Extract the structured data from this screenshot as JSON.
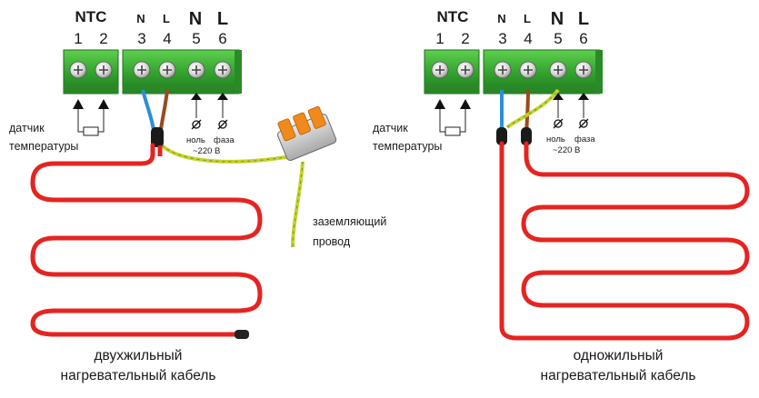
{
  "left": {
    "ntc_label": "NTC",
    "col_letters": [
      "N",
      "L",
      "N",
      "L"
    ],
    "col_numbers": [
      "1",
      "2",
      "3",
      "4",
      "5",
      "6"
    ],
    "sensor_label_line1": "датчик",
    "sensor_label_line2": "температуры",
    "neutral_label": "ноль",
    "phase_label": "фаза",
    "voltage_label": "~220 В",
    "ground_label_line1": "заземляющий",
    "ground_label_line2": "провод",
    "caption_line1": "двухжильный",
    "caption_line2": "нагревательный кабель"
  },
  "right": {
    "ntc_label": "NTC",
    "col_letters": [
      "N",
      "L",
      "N",
      "L"
    ],
    "col_numbers": [
      "1",
      "2",
      "3",
      "4",
      "5",
      "6"
    ],
    "sensor_label_line1": "датчик",
    "sensor_label_line2": "температуры",
    "neutral_label": "ноль",
    "phase_label": "фаза",
    "voltage_label": "~220 В",
    "caption_line1": "одножильный",
    "caption_line2": "нагревательный кабель"
  },
  "colors": {
    "terminal_green": "#3bb039",
    "heating_cable_red": "#e52421",
    "wire_blue": "#2a8fd6",
    "wire_brown": "#9a4a1e",
    "wire_ground": "#c7d22a"
  }
}
